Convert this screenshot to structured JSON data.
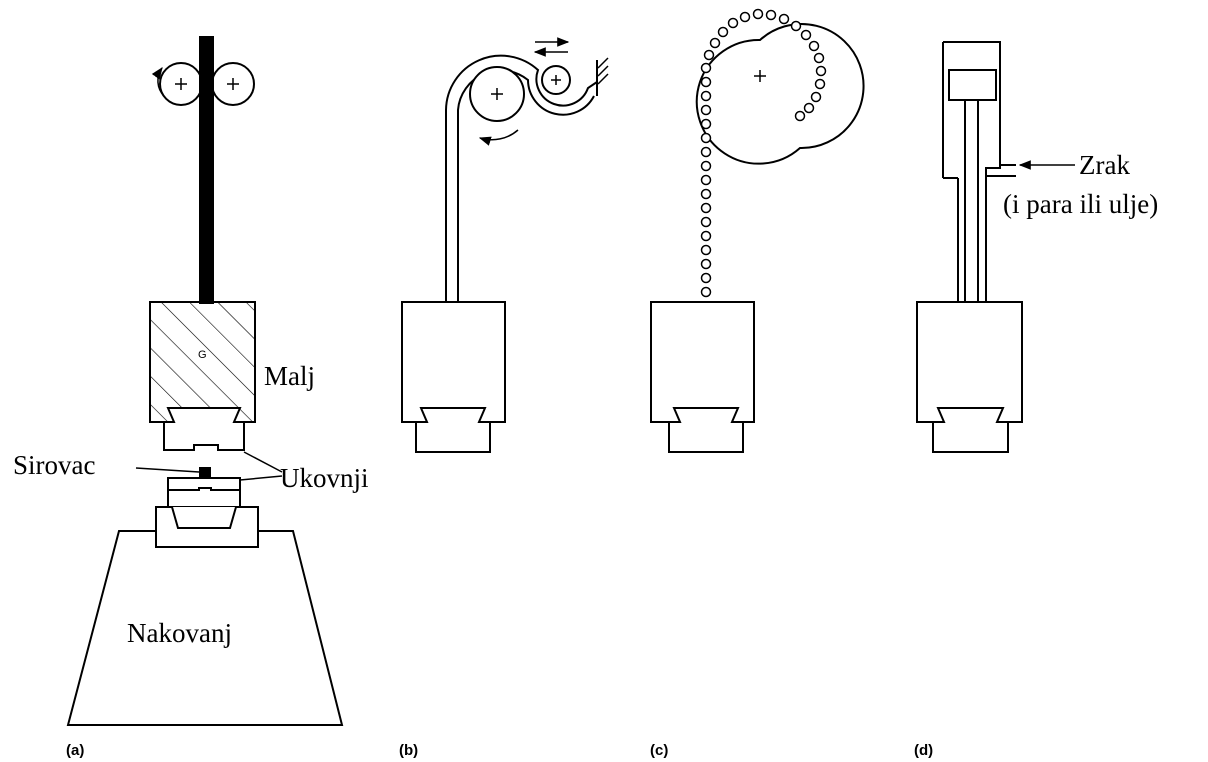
{
  "figure": {
    "labels": {
      "malj": "Malj",
      "sirovac": "Sirovac",
      "ukovnji": "Ukovnji",
      "nakovanj": "Nakovanj",
      "zrak_line1": "Zrak",
      "zrak_line2": "(i para ili ulje)",
      "ram_mark": "G"
    },
    "captions": [
      "(a)",
      "(b)",
      "(c)",
      "(d)"
    ]
  }
}
